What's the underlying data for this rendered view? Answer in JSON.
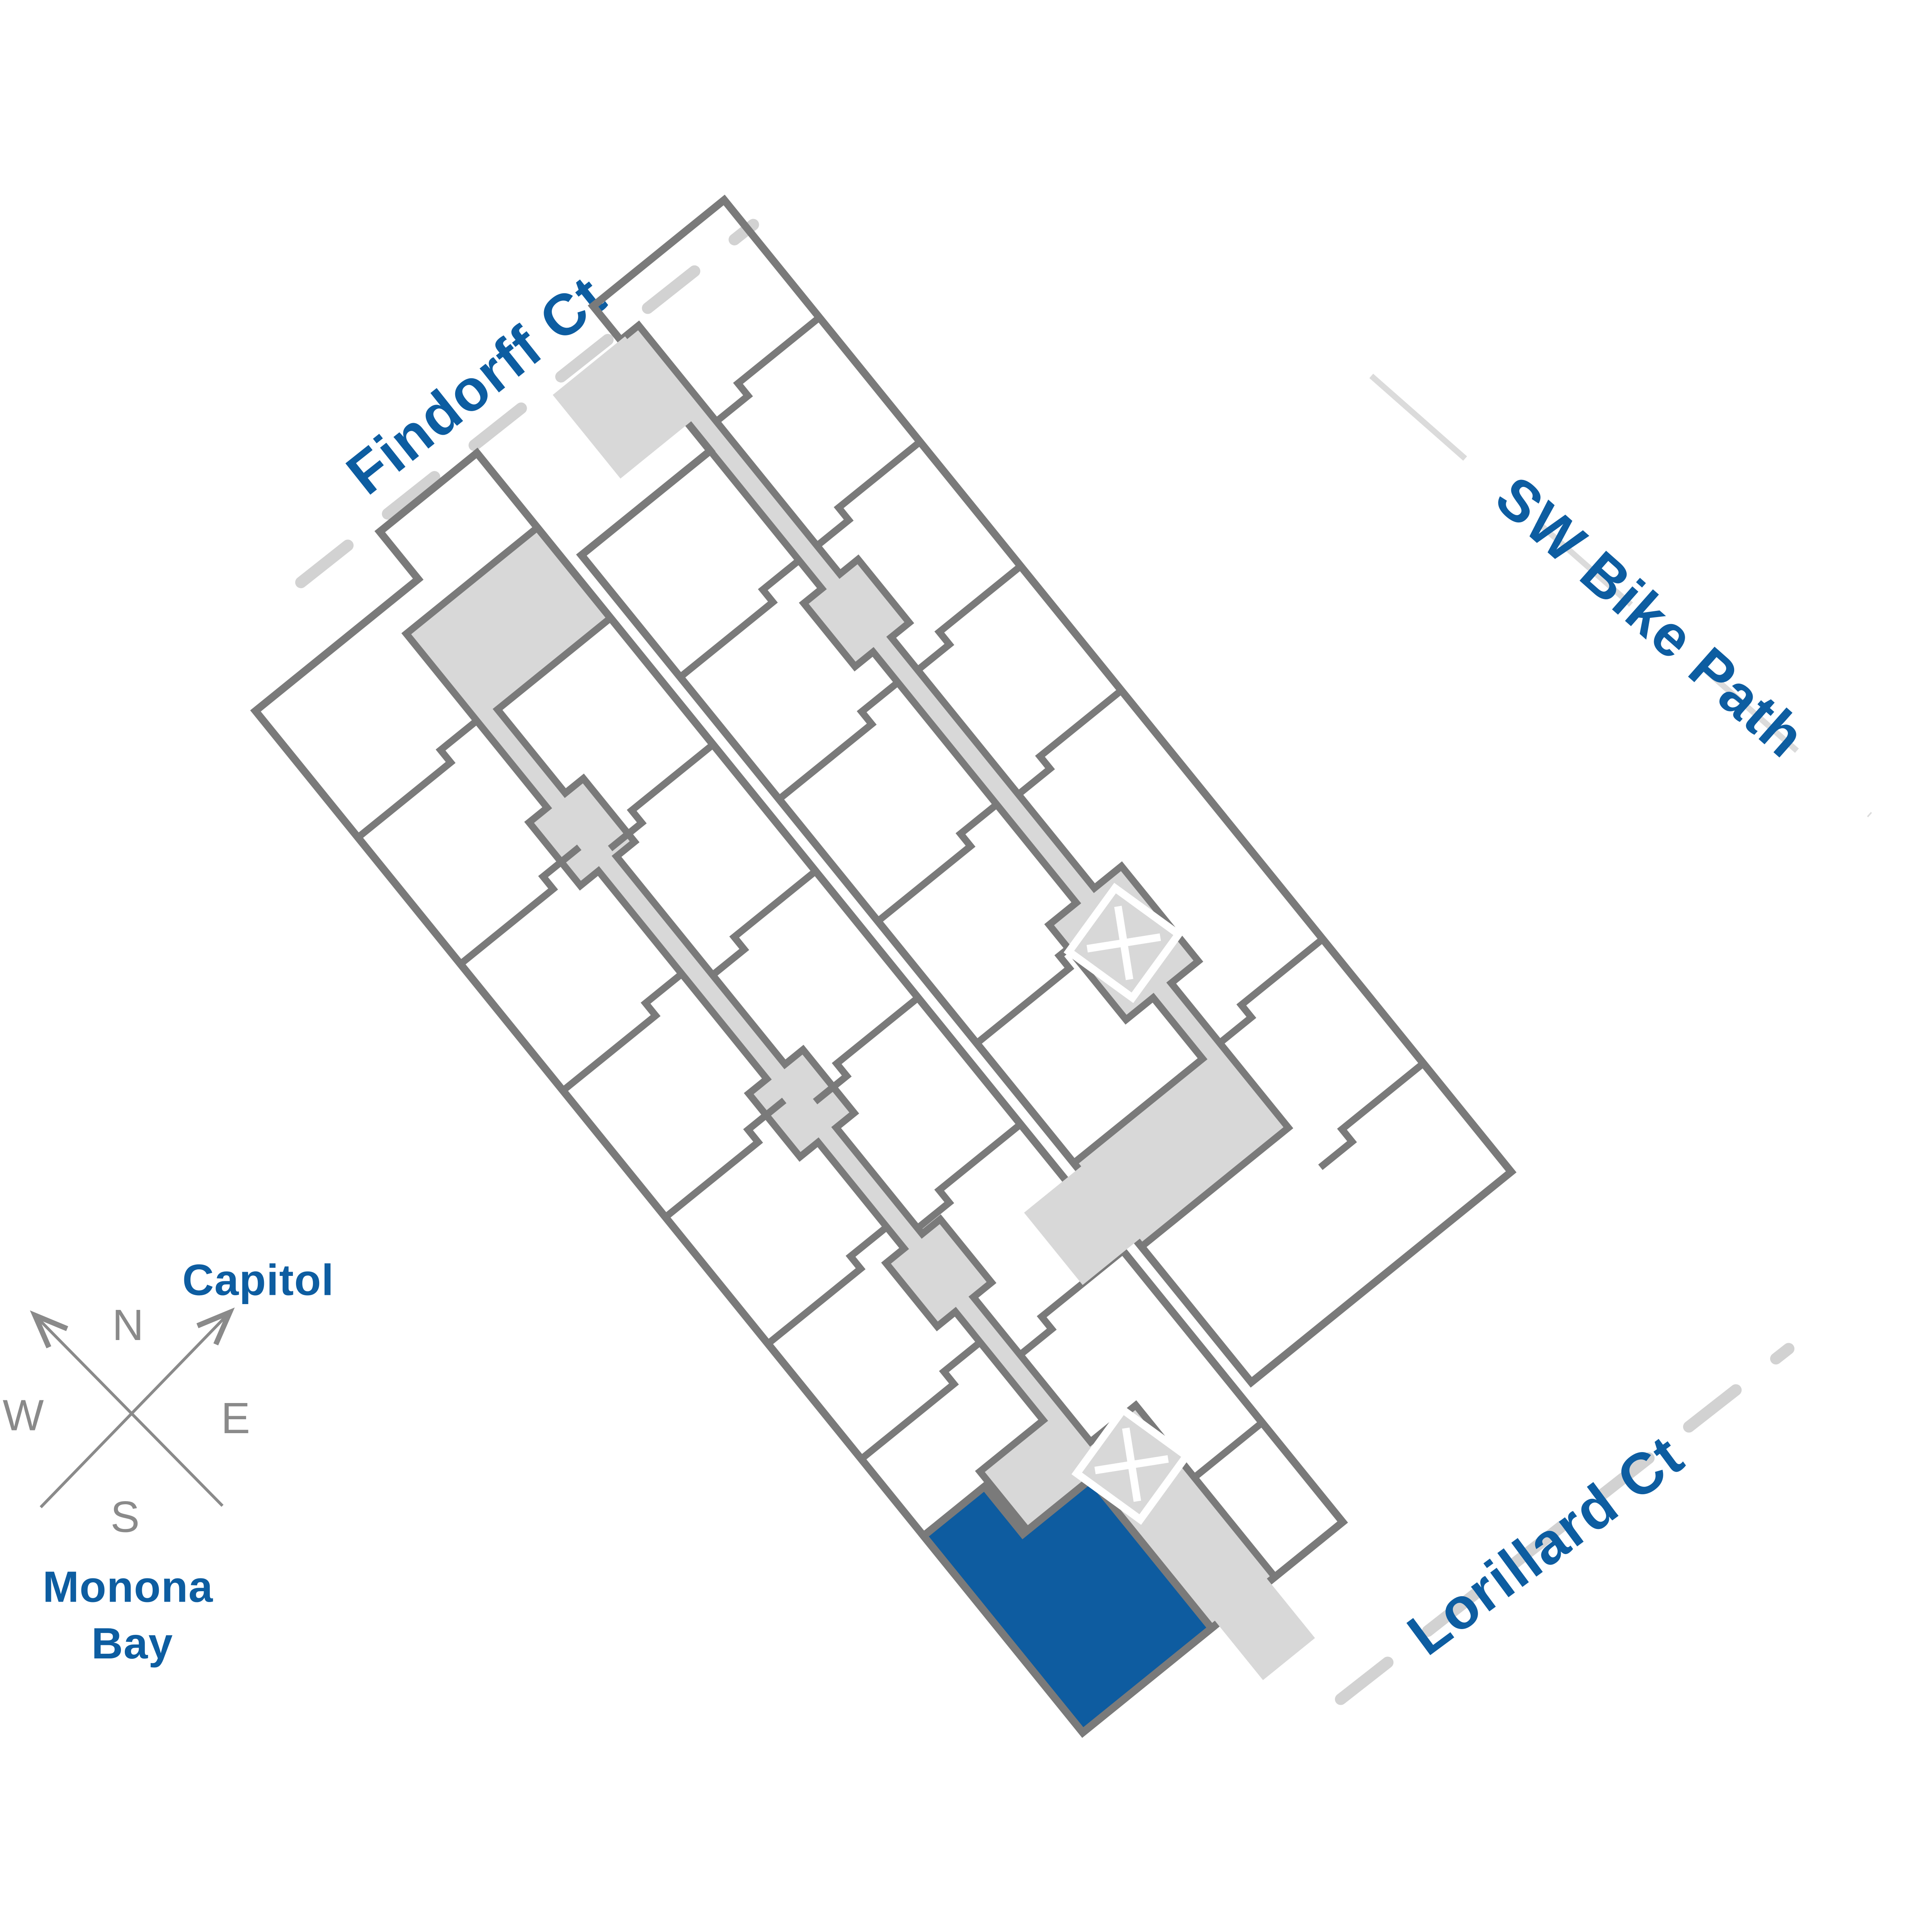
{
  "map": {
    "title": "site-plan",
    "streets": [
      {
        "id": "findorff",
        "name": "Findorff Ct"
      },
      {
        "id": "bikepath",
        "name": "SW Bike Path"
      },
      {
        "id": "lorillard",
        "name": "Lorillard Ct"
      }
    ],
    "landmarks": {
      "capitol": "Capitol",
      "monona_bay_line1": "Monona",
      "monona_bay_line2": "Bay"
    },
    "compass": {
      "n": "N",
      "s": "S",
      "e": "E",
      "w": "W"
    },
    "stairwells": {
      "count": 2,
      "symbol": "X"
    },
    "buildings": {
      "count": 2,
      "highlighted_units": 1
    }
  },
  "colors": {
    "label-blue": "#0D5DA1",
    "unit-blue": "#0E5CA0",
    "wall-gray": "#7A7A7A",
    "corridor-gray": "#D8D8D8",
    "street-dash-gray": "#D2D2D2",
    "bike-dash-gray": "#DBDBDB",
    "compass-gray": "#8A8A8A",
    "background": "#FFFFFF"
  }
}
